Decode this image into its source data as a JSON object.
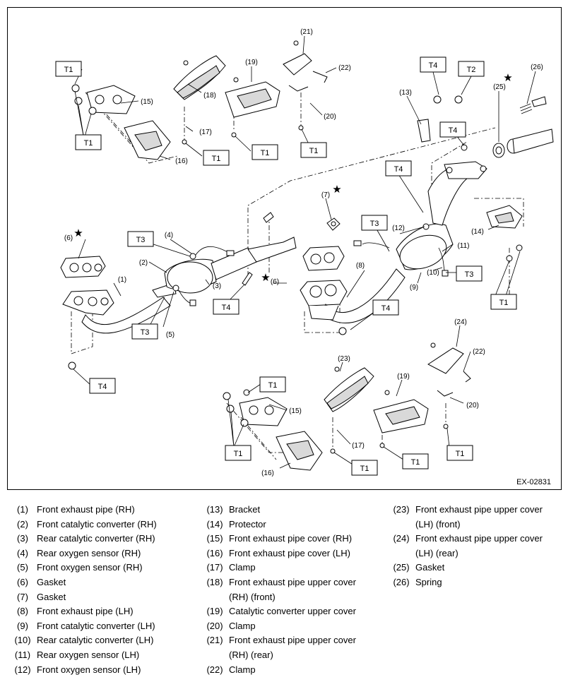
{
  "figure_id": "EX-02831",
  "torque_labels": {
    "t1": "T1",
    "t2": "T2",
    "t3": "T3",
    "t4": "T4"
  },
  "star_glyph": "★",
  "callouts": [
    "(1)",
    "(2)",
    "(3)",
    "(4)",
    "(5)",
    "(6)",
    "(7)",
    "(8)",
    "(9)",
    "(10)",
    "(11)",
    "(12)",
    "(13)",
    "(14)",
    "(15)",
    "(16)",
    "(17)",
    "(18)",
    "(19)",
    "(20)",
    "(21)",
    "(22)",
    "(23)",
    "(24)",
    "(25)",
    "(26)"
  ],
  "legend": {
    "col1": [
      {
        "num": "(1)",
        "text": "Front exhaust pipe (RH)"
      },
      {
        "num": "(2)",
        "text": "Front catalytic converter (RH)"
      },
      {
        "num": "(3)",
        "text": "Rear catalytic converter (RH)"
      },
      {
        "num": "(4)",
        "text": "Rear oxygen sensor (RH)"
      },
      {
        "num": "(5)",
        "text": "Front oxygen sensor (RH)"
      },
      {
        "num": "(6)",
        "text": "Gasket"
      },
      {
        "num": "(7)",
        "text": "Gasket"
      },
      {
        "num": "(8)",
        "text": "Front exhaust pipe (LH)"
      },
      {
        "num": "(9)",
        "text": "Front catalytic converter (LH)"
      },
      {
        "num": "(10)",
        "text": "Rear catalytic converter (LH)"
      },
      {
        "num": "(11)",
        "text": "Rear oxygen sensor (LH)"
      },
      {
        "num": "(12)",
        "text": "Front oxygen sensor (LH)"
      }
    ],
    "col2": [
      {
        "num": "(13)",
        "text": "Bracket"
      },
      {
        "num": "(14)",
        "text": "Protector"
      },
      {
        "num": "(15)",
        "text": "Front exhaust pipe cover (RH)"
      },
      {
        "num": "(16)",
        "text": "Front exhaust pipe cover (LH)"
      },
      {
        "num": "(17)",
        "text": "Clamp"
      },
      {
        "num": "(18)",
        "text": "Front exhaust pipe upper cover\n(RH) (front)"
      },
      {
        "num": "(19)",
        "text": "Catalytic converter upper cover"
      },
      {
        "num": "(20)",
        "text": "Clamp"
      },
      {
        "num": "(21)",
        "text": "Front exhaust pipe upper cover\n(RH) (rear)"
      },
      {
        "num": "(22)",
        "text": "Clamp"
      }
    ],
    "col3": [
      {
        "num": "(23)",
        "text": "Front exhaust pipe upper cover\n(LH) (front)"
      },
      {
        "num": "(24)",
        "text": "Front exhaust pipe upper cover\n(LH) (rear)"
      },
      {
        "num": "(25)",
        "text": "Gasket"
      },
      {
        "num": "(26)",
        "text": "Spring"
      }
    ]
  }
}
